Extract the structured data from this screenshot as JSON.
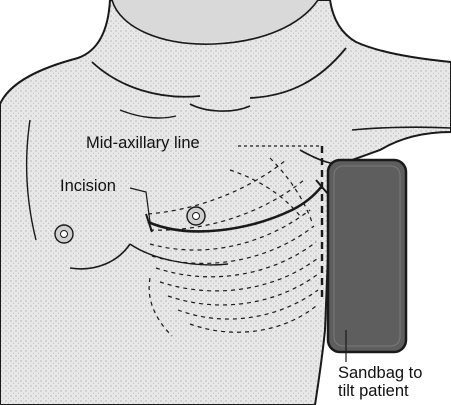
{
  "labels": {
    "mid_axillary": "Mid-axillary line",
    "incision": "Incision",
    "sandbag_line1": "Sandbag to",
    "sandbag_line2": "tilt patient"
  },
  "colors": {
    "skin": "#e6e6e6",
    "shading": "#c9c9c9",
    "outline": "#1a1a1a",
    "sandbag": "#5e5e5e",
    "background": "#ffffff"
  }
}
